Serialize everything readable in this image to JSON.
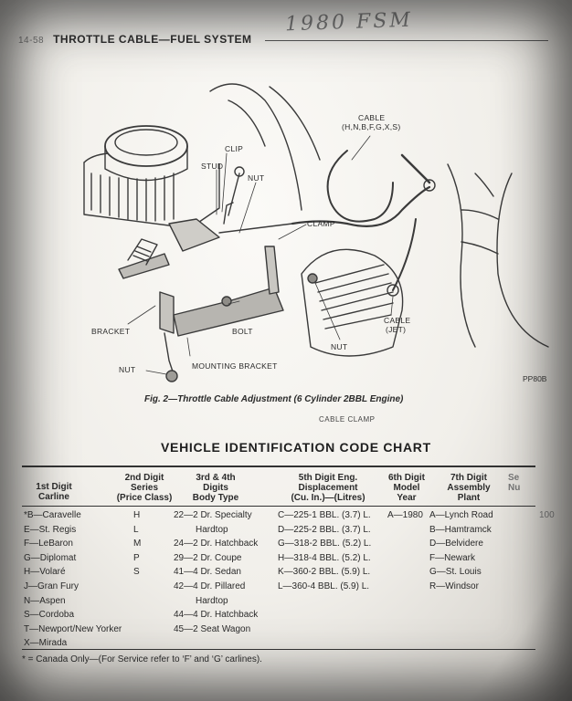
{
  "header": {
    "page_number": "14-58",
    "section_title": "THROTTLE CABLE—FUEL SYSTEM",
    "handwritten_note": "1980 FSM"
  },
  "figure": {
    "callouts": {
      "cable": "CABLE",
      "cable_codes": "(H,N,B,F,G,X,S)",
      "clip": "CLIP",
      "stud": "STUD",
      "nut_top": "NUT",
      "clamp": "CLAMP",
      "bracket": "BRACKET",
      "bolt": "BOLT",
      "nut_bottom": "NUT",
      "mounting_bracket": "MOUNTING BRACKET",
      "nut_center": "NUT",
      "cable_jet": "CABLE",
      "cable_jet_sub": "(JET)"
    },
    "figure_code": "PP80B",
    "caption": "Fig. 2—Throttle Cable Adjustment (6 Cylinder 2BBL Engine)",
    "cut_off_label": "CABLE CLAMP"
  },
  "vin_chart": {
    "title": "VEHICLE IDENTIFICATION CODE CHART",
    "columns": [
      {
        "line1": "1st Digit",
        "line2": "Carline",
        "line3": ""
      },
      {
        "line1": "2nd Digit",
        "line2": "Series",
        "line3": "(Price Class)"
      },
      {
        "line1": "3rd & 4th",
        "line2": "Digits",
        "line3": "Body Type"
      },
      {
        "line1": "5th Digit Eng.",
        "line2": "Displacement",
        "line3": "(Cu. In.)—(Litres)"
      },
      {
        "line1": "6th Digit",
        "line2": "Model",
        "line3": "Year"
      },
      {
        "line1": "7th Digit",
        "line2": "Assembly",
        "line3": "Plant"
      },
      {
        "line1": "Se",
        "line2": "Nu",
        "line3": ""
      }
    ],
    "carline": [
      "*B—Caravelle",
      "E—St. Regis",
      "F—LeBaron",
      "G—Diplomat",
      "H—Volaré",
      "J—Gran Fury",
      "N—Aspen",
      "S—Cordoba",
      "T—Newport/New Yorker",
      "X—Mirada"
    ],
    "series": [
      "H",
      "L",
      "M",
      "P",
      "S"
    ],
    "body_type": [
      "22—2 Dr. Specialty",
      "Hardtop",
      "24—2 Dr. Hatchback",
      "29—2 Dr. Coupe",
      "41—4 Dr. Sedan",
      "42—4 Dr. Pillared",
      "Hardtop",
      "44—4 Dr. Hatchback",
      "45—2 Seat Wagon"
    ],
    "engine": [
      "C—225-1 BBL. (3.7) L.",
      "D—225-2 BBL. (3.7) L.",
      "G—318-2 BBL. (5.2) L.",
      "H—318-4 BBL. (5.2) L.",
      "K—360-2 BBL. (5.9) L.",
      "L—360-4 BBL. (5.9) L."
    ],
    "model_year": [
      "A—1980"
    ],
    "plant": [
      "A—Lynch Road",
      "B—Hamtramck",
      "D—Belvidere",
      "F—Newark",
      "G—St. Louis",
      "R—Windsor"
    ],
    "sequence_partial": [
      "100"
    ],
    "footnote": "* = Canada Only—(For Service refer to ‘F’ and ‘G’ carlines)."
  }
}
